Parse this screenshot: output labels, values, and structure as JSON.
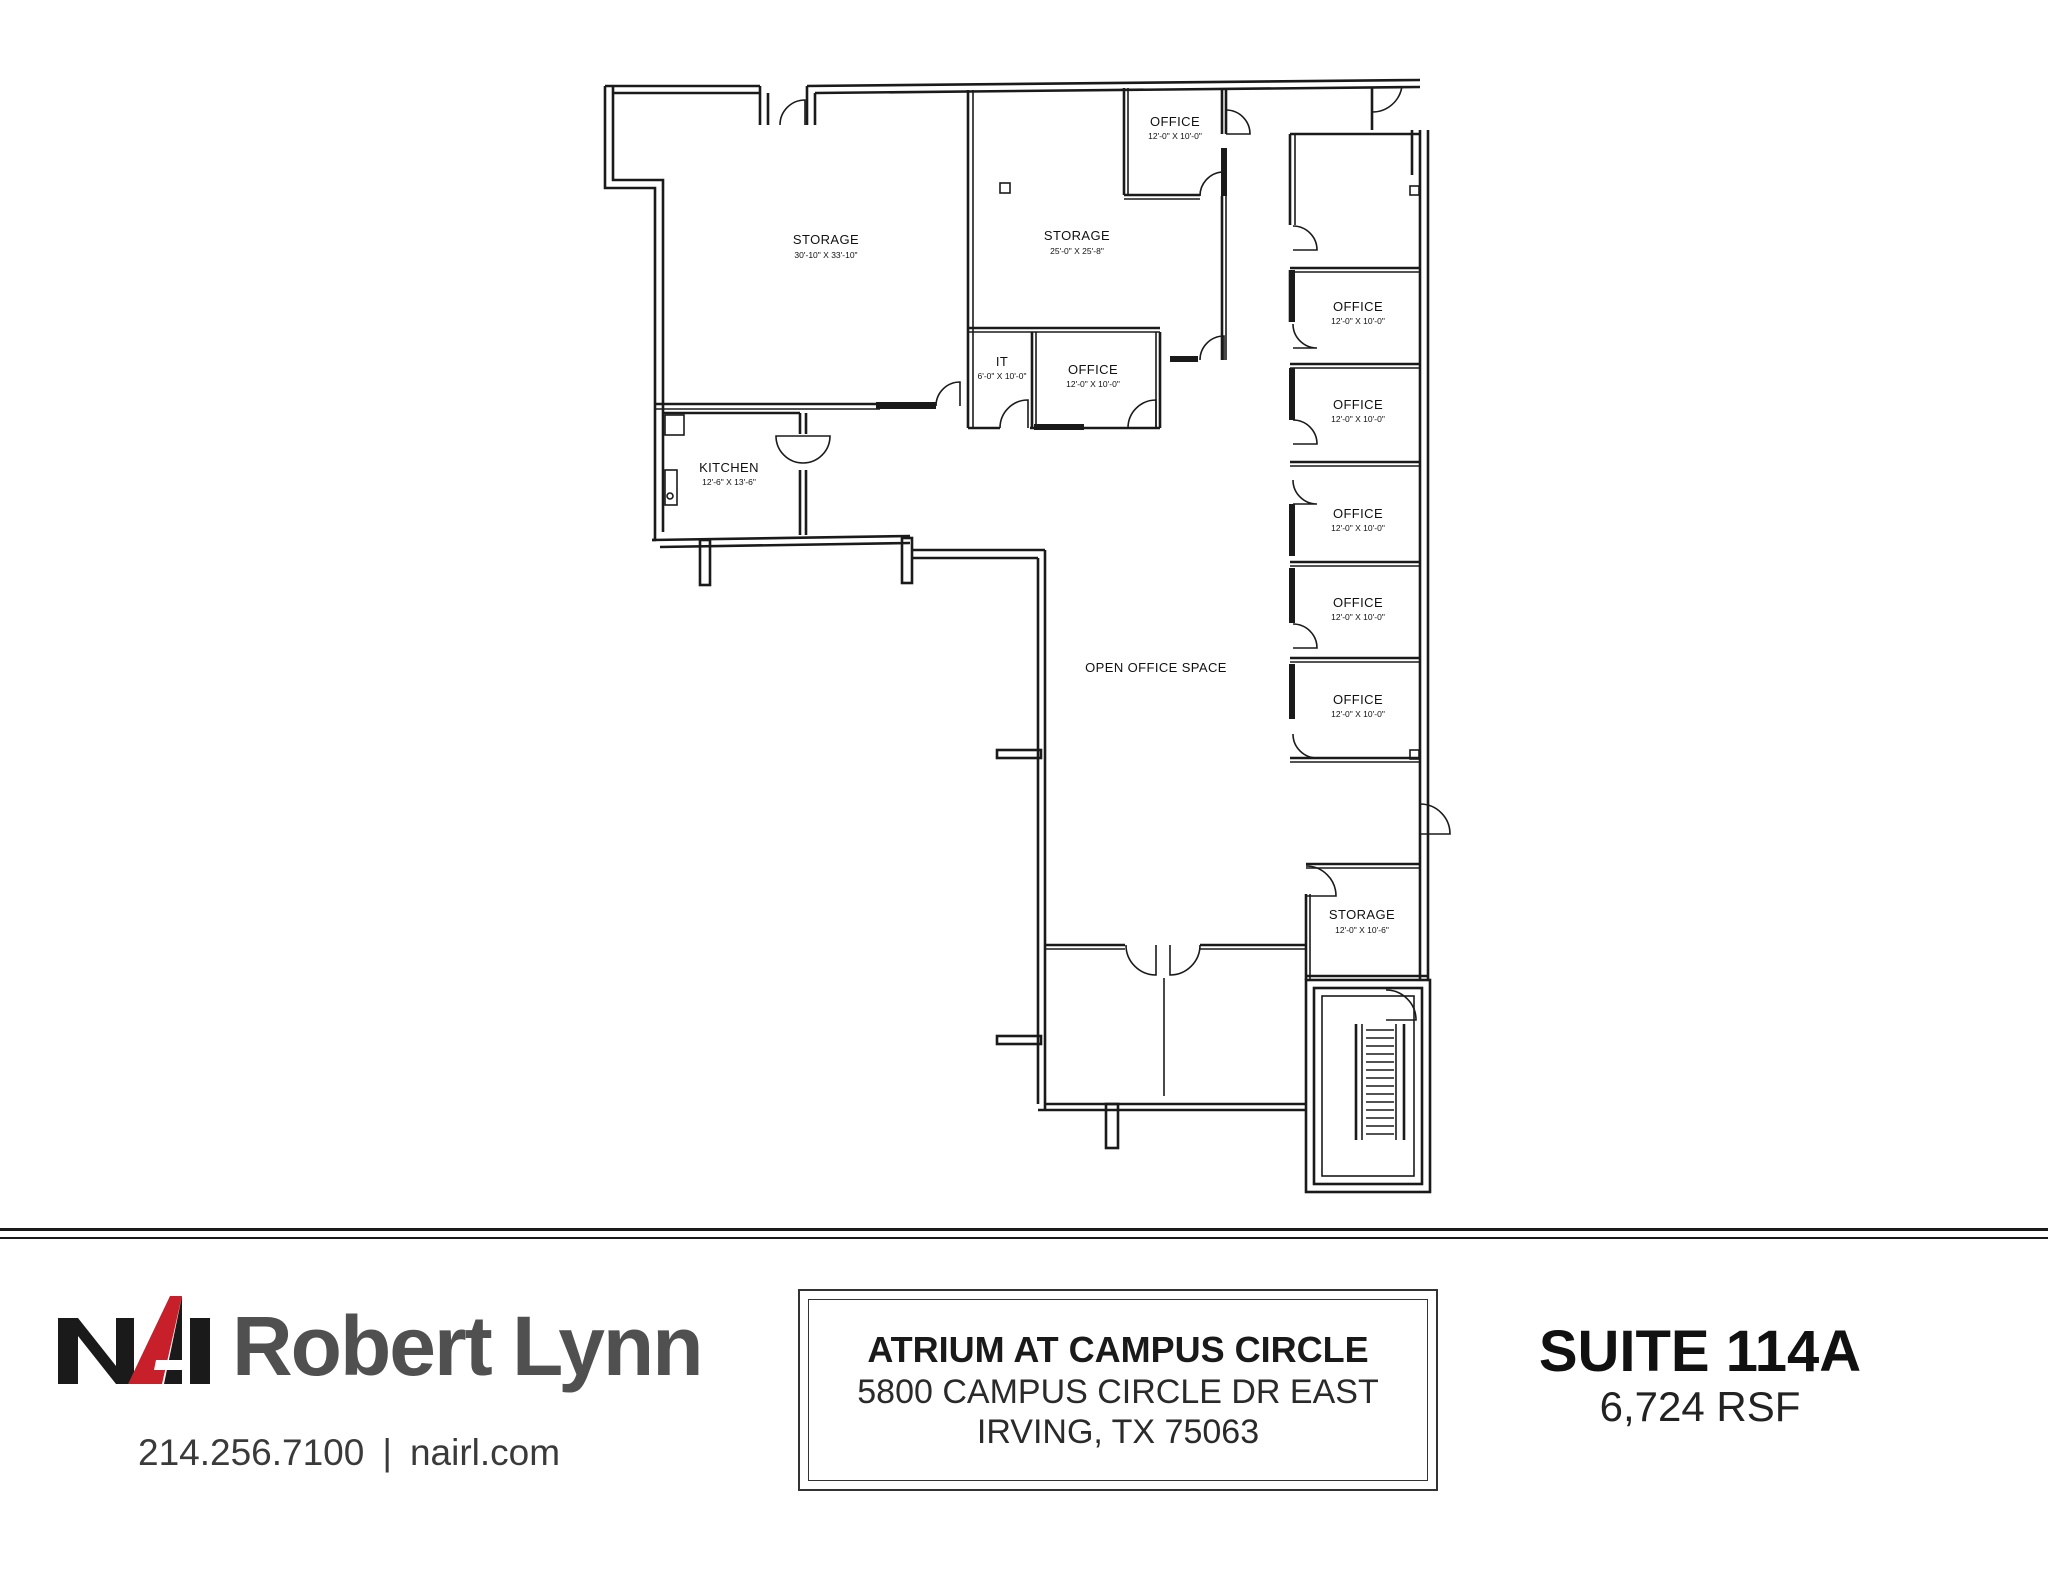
{
  "rooms": [
    {
      "id": "storage-1",
      "name": "STORAGE",
      "dims": "30'-10\" X 33'-10\""
    },
    {
      "id": "storage-2",
      "name": "STORAGE",
      "dims": "25'-0\" X 25'-8\""
    },
    {
      "id": "office-top",
      "name": "OFFICE",
      "dims": "12'-0\" X 10'-0\""
    },
    {
      "id": "it",
      "name": "IT",
      "dims": "6'-0\" X 10'-0\""
    },
    {
      "id": "office-mid",
      "name": "OFFICE",
      "dims": "12'-0\" X 10'-0\""
    },
    {
      "id": "kitchen",
      "name": "KITCHEN",
      "dims": "12'-6\" X 13'-6\""
    },
    {
      "id": "office-r1",
      "name": "OFFICE",
      "dims": "12'-0\" X 10'-0\""
    },
    {
      "id": "office-r2",
      "name": "OFFICE",
      "dims": "12'-0\" X 10'-0\""
    },
    {
      "id": "office-r3",
      "name": "OFFICE",
      "dims": "12'-0\" X 10'-0\""
    },
    {
      "id": "office-r4",
      "name": "OFFICE",
      "dims": "12'-0\" X 10'-0\""
    },
    {
      "id": "office-r5",
      "name": "OFFICE",
      "dims": "12'-0\" X 10'-0\""
    },
    {
      "id": "open-office",
      "name": "OPEN OFFICE SPACE",
      "dims": ""
    },
    {
      "id": "storage-3",
      "name": "STORAGE",
      "dims": "12'-0\" X 10'-6\""
    }
  ],
  "footer": {
    "logo": {
      "mark": "NAI",
      "name": "Robert Lynn",
      "accent_color": "#c8202b",
      "mark_color": "#1a1a1a",
      "name_color": "#505050"
    },
    "phone": "214.256.7100",
    "separator": "|",
    "website": "nairl.com",
    "building": "ATRIUM AT CAMPUS CIRCLE",
    "address_line1": "5800 CAMPUS CIRCLE DR EAST",
    "address_line2": "IRVING, TX 75063",
    "suite": "SUITE 114A",
    "area": "6,724 RSF"
  }
}
